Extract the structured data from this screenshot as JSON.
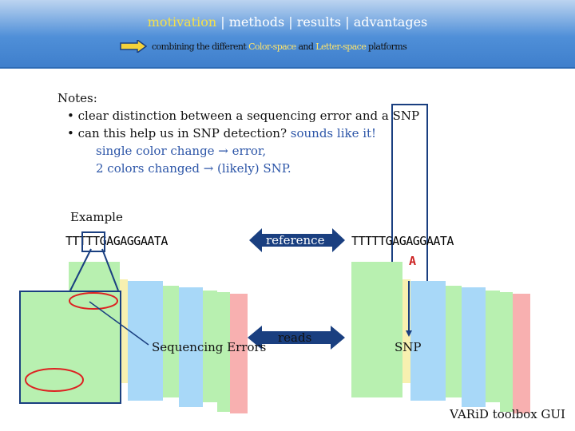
{
  "nav": {
    "active": "motivation",
    "sep1": " | ",
    "item2": "methods",
    "sep2": " | ",
    "item3": "results",
    "sep3": " | ",
    "item4": "advantages"
  },
  "subtitle": {
    "prefix": "combining the different ",
    "hl1": "Color-space",
    "mid": " and ",
    "hl2": "Letter-space",
    "suffix": " platforms"
  },
  "notes": {
    "heading": "Notes:",
    "bullet1": "• clear distinction between a sequencing error and a SNP",
    "bullet2_a": "• can this help us in SNP detection? ",
    "bullet2_b": "sounds like it!",
    "line3": "single color change → error,",
    "line4": "2 colors changed → (likely) SNP."
  },
  "example": {
    "label": "Example",
    "seq_left": "TTTTTGAGAGGAATA",
    "seq_right": "TTTTTGAGAGGAATA",
    "snp_base": "A",
    "reference_label": "reference",
    "reads_label": "reads",
    "seq_errors_label": "Sequencing Errors",
    "snp_label": "SNP"
  },
  "footer": "VARiD toolbox GUI",
  "colors": {
    "green": "#b8f0b0",
    "blue": "#a8d8f8",
    "yellow": "#f8f0b0",
    "red": "#f8b0b0",
    "navy": "#1a3f80"
  }
}
